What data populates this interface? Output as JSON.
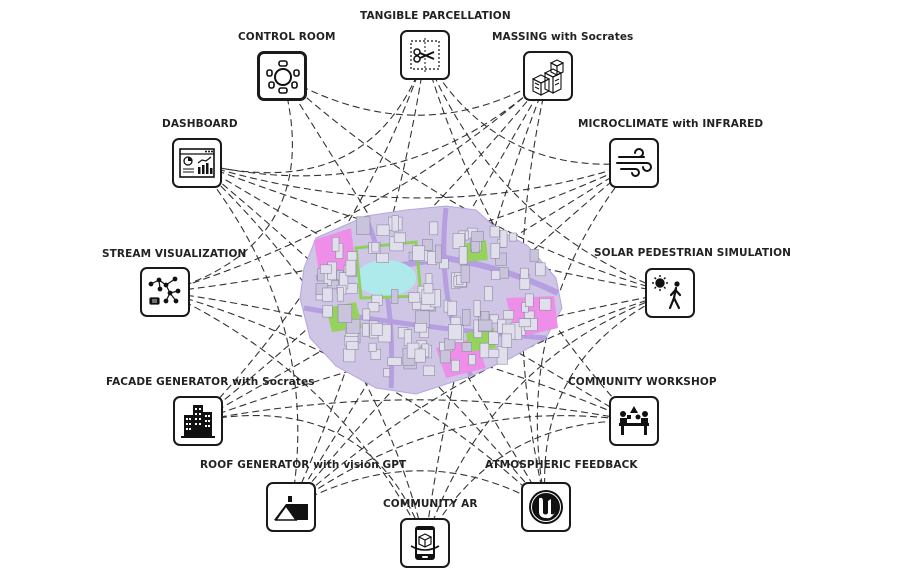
{
  "diagram": {
    "nodes": [
      {
        "id": "tangible",
        "label": "TANGIBLE PARCELLATION",
        "icon": "scissors-icon"
      },
      {
        "id": "control",
        "label": "CONTROL ROOM",
        "icon": "round-table-icon"
      },
      {
        "id": "massing",
        "label": "MASSING with Socrates",
        "icon": "blocks-icon"
      },
      {
        "id": "dashboard",
        "label": "DASHBOARD",
        "icon": "dashboard-icon"
      },
      {
        "id": "microclimate",
        "label": "MICROCLIMATE with INFRARED",
        "icon": "wind-icon"
      },
      {
        "id": "stream",
        "label": "STREAM VISUALIZATION",
        "icon": "network-icon"
      },
      {
        "id": "solar",
        "label": "SOLAR PEDESTRIAN SIMULATION",
        "icon": "sun-walker-icon"
      },
      {
        "id": "facade",
        "label": "FACADE GENERATOR with Socrates",
        "icon": "building-icon"
      },
      {
        "id": "workshop",
        "label": "COMMUNITY WORKSHOP",
        "icon": "workshop-icon"
      },
      {
        "id": "roof",
        "label": "ROOF GENERATOR with vision GPT",
        "icon": "roof-icon"
      },
      {
        "id": "atmospheric",
        "label": "ATMOSPHERIC FEEDBACK",
        "icon": "unreal-logo-icon"
      },
      {
        "id": "ar",
        "label": "COMMUNITY AR",
        "icon": "phone-ar-icon"
      }
    ],
    "center_image": "isometric-city-model",
    "colors": {
      "line": "#333333",
      "building": "#d8d4e6",
      "road": "#b9a7de",
      "magenta": "#e98be6",
      "green": "#8fd05a",
      "water": "#aee8ea"
    }
  }
}
